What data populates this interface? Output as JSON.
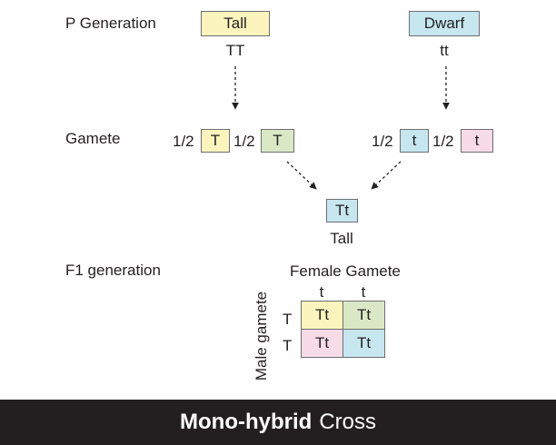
{
  "colors": {
    "yellow": "#fbf4bd",
    "green": "#dbe8c6",
    "blue": "#c6e6f0",
    "pink": "#f7dbe6",
    "footer_bg": "#231f20"
  },
  "p_generation": {
    "label": "P Generation",
    "left": {
      "phenotype": "Tall",
      "genotype": "TT"
    },
    "right": {
      "phenotype": "Dwarf",
      "genotype": "tt"
    }
  },
  "gamete": {
    "label": "Gamete",
    "left": [
      {
        "fraction": "1/2",
        "allele": "T"
      },
      {
        "fraction": "1/2",
        "allele": "T"
      }
    ],
    "right": [
      {
        "fraction": "1/2",
        "allele": "t"
      },
      {
        "fraction": "1/2",
        "allele": "t"
      }
    ]
  },
  "offspring": {
    "genotype": "Tt",
    "phenotype": "Tall"
  },
  "f1": {
    "label": "F1 generation",
    "female_label": "Female Gamete",
    "male_label": "Male gamete",
    "female_alleles": [
      "t",
      "t"
    ],
    "male_alleles": [
      "T",
      "T"
    ],
    "cells": [
      [
        "Tt",
        "Tt"
      ],
      [
        "Tt",
        "Tt"
      ]
    ]
  },
  "footer": {
    "title_bold": "Mono-hybrid",
    "title_rest": "Cross"
  }
}
